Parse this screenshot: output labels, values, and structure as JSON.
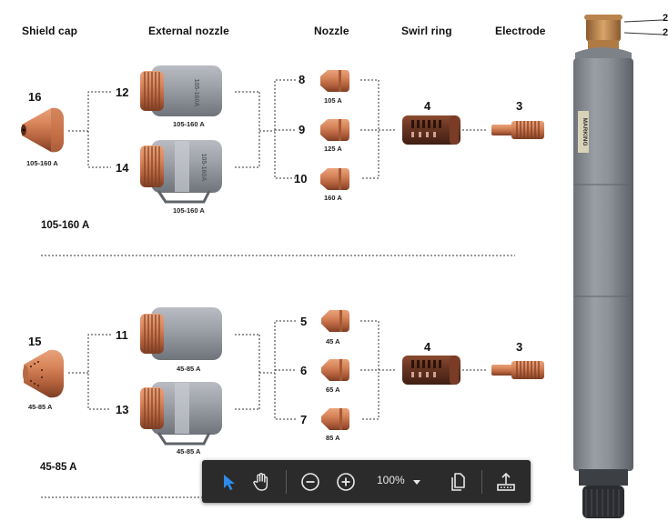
{
  "headers": {
    "shield_cap": "Shield cap",
    "external_nozzle": "External nozzle",
    "nozzle": "Nozzle",
    "swirl_ring": "Swirl ring",
    "electrode": "Electrode"
  },
  "top_group": {
    "range": "105-160 A",
    "shield_cap": {
      "number": "16",
      "amps": "105-160 A"
    },
    "ext_nozzle_a": {
      "number": "12",
      "amps": "105-160 A",
      "engraving": "105-160A"
    },
    "ext_nozzle_b": {
      "number": "14",
      "amps": "105-160 A",
      "engraving": "105-160A"
    },
    "nozzles": [
      {
        "number": "8",
        "amps": "105 A"
      },
      {
        "number": "9",
        "amps": "125 A"
      },
      {
        "number": "10",
        "amps": "160 A"
      }
    ],
    "swirl_ring": {
      "number": "4"
    },
    "electrode": {
      "number": "3"
    }
  },
  "bottom_group": {
    "range": "45-85 A",
    "shield_cap": {
      "number": "15",
      "amps": "45-85 A"
    },
    "ext_nozzle_a": {
      "number": "11",
      "amps": "45-85 A"
    },
    "ext_nozzle_b": {
      "number": "13",
      "amps": "45-85 A"
    },
    "nozzles": [
      {
        "number": "5",
        "amps": "45 A"
      },
      {
        "number": "6",
        "amps": "65 A"
      },
      {
        "number": "7",
        "amps": "85 A"
      }
    ],
    "swirl_ring": {
      "number": "4"
    },
    "electrode": {
      "number": "3"
    }
  },
  "torch": {
    "labels": [
      "2",
      "2"
    ],
    "body_label": "MARKING"
  },
  "toolbar": {
    "select_icon": "cursor-arrow-icon",
    "pan_icon": "hand-icon",
    "zoom_out_icon": "minus-circle-icon",
    "zoom_in_icon": "plus-circle-icon",
    "zoom_level": "100%",
    "zoom_dropdown_icon": "caret-down-icon",
    "page_icon": "copy-pages-icon",
    "export_icon": "upload-tray-icon"
  },
  "colors": {
    "copper": "#c8744e",
    "steel": "#8d929a",
    "toolbar_bg": "#2b2b2b",
    "accent_blue": "#2d8ceb"
  }
}
